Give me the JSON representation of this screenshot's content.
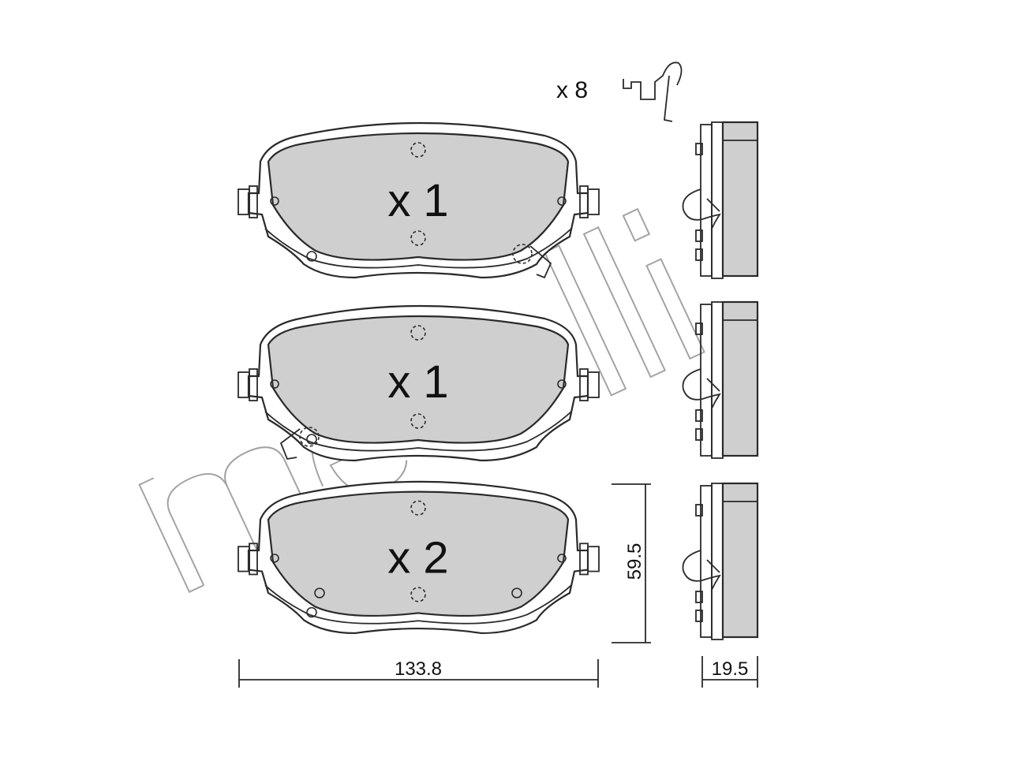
{
  "colors": {
    "friction": "#cfcfcf",
    "line": "#2a2a2a",
    "watermark": "#9a9a9a",
    "background": "#ffffff"
  },
  "clips": {
    "quantity_label": "x 8"
  },
  "pads": [
    {
      "quantity_label": "x 1"
    },
    {
      "quantity_label": "x 1"
    },
    {
      "quantity_label": "x 2"
    }
  ],
  "dimensions": {
    "width": "133.8",
    "height": "59.5",
    "thickness": "19.5"
  },
  "watermark": {
    "brand": "metelli"
  }
}
